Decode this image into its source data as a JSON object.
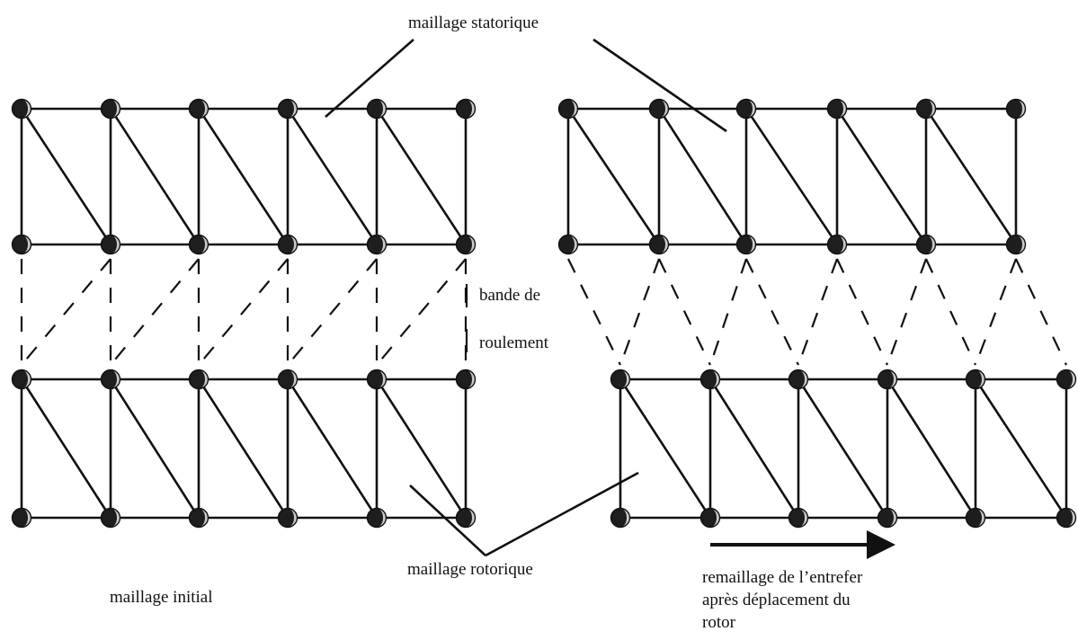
{
  "labels": {
    "stator_mesh": "maillage statorique",
    "rotor_mesh": "maillage rotorique",
    "sliding_band_line1": "bande de",
    "sliding_band_line2": "roulement",
    "initial_mesh": "maillage initial",
    "remesh_line1": "remaillage de l’entrefer",
    "remesh_line2": "après déplacement du",
    "remesh_line3": "rotor"
  },
  "panels": {
    "left": {
      "name": "maillage initial",
      "columns": 6
    },
    "right": {
      "name": "remaillage",
      "columns": 6
    }
  },
  "colors": {
    "ink": "#111111",
    "node_shade": "#c9c9c9",
    "background": "#ffffff"
  }
}
